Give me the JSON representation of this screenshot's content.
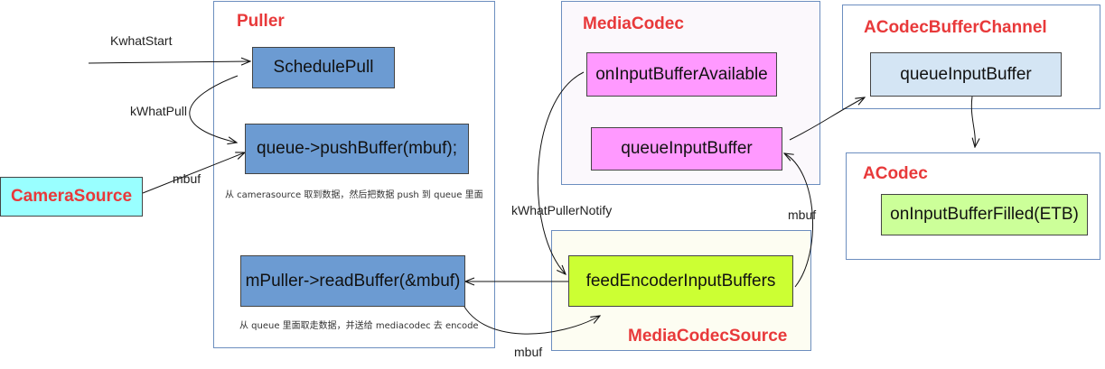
{
  "colors": {
    "group_border": "#6c8ebf",
    "title_red": "#e8393a",
    "blue_node": "#6c9bd2",
    "light_blue_node": "#d4e5f4",
    "pink_node": "#ff99ff",
    "green_node": "#ccff99",
    "lime_node": "#ccff33",
    "cyan_node": "#99ffff",
    "mediacodec_bg": "#fbf8fc",
    "mediacodecsource_bg": "#fdfdf2"
  },
  "groups": {
    "puller": "Puller",
    "mediacodec": "MediaCodec",
    "acodec_buffer_channel": "ACodecBufferChannel",
    "acodec": "ACodec",
    "mediacodecsource": "MediaCodecSource"
  },
  "nodes": {
    "camera_source": "CameraSource",
    "schedule_pull": "SchedulePull",
    "push_buffer": "queue->pushBuffer(mbuf);",
    "read_buffer": "mPuller->readBuffer(&mbuf)",
    "on_input_buffer_available": "onInputBufferAvailable",
    "mediacodec_queue_input_buffer": "queueInputBuffer",
    "channel_queue_input_buffer": "queueInputBuffer",
    "on_input_buffer_filled": "onInputBufferFilled(ETB)",
    "feed_encoder_input_buffers": "feedEncoderInputBuffers"
  },
  "edge_labels": {
    "kwhat_start": "KwhatStart",
    "kwhat_pull": "kWhatPull",
    "mbuf_camera": "mbuf",
    "kwhat_puller_notify": "kWhatPullerNotify",
    "mbuf_feed": "mbuf",
    "mbuf_read": "mbuf"
  },
  "notes": {
    "push_note": "从 camerasource 取到数据，然后把数据 push 到 queue 里面",
    "read_note": "从 queue 里面取走数据，并送给 mediacodec 去 encode"
  }
}
